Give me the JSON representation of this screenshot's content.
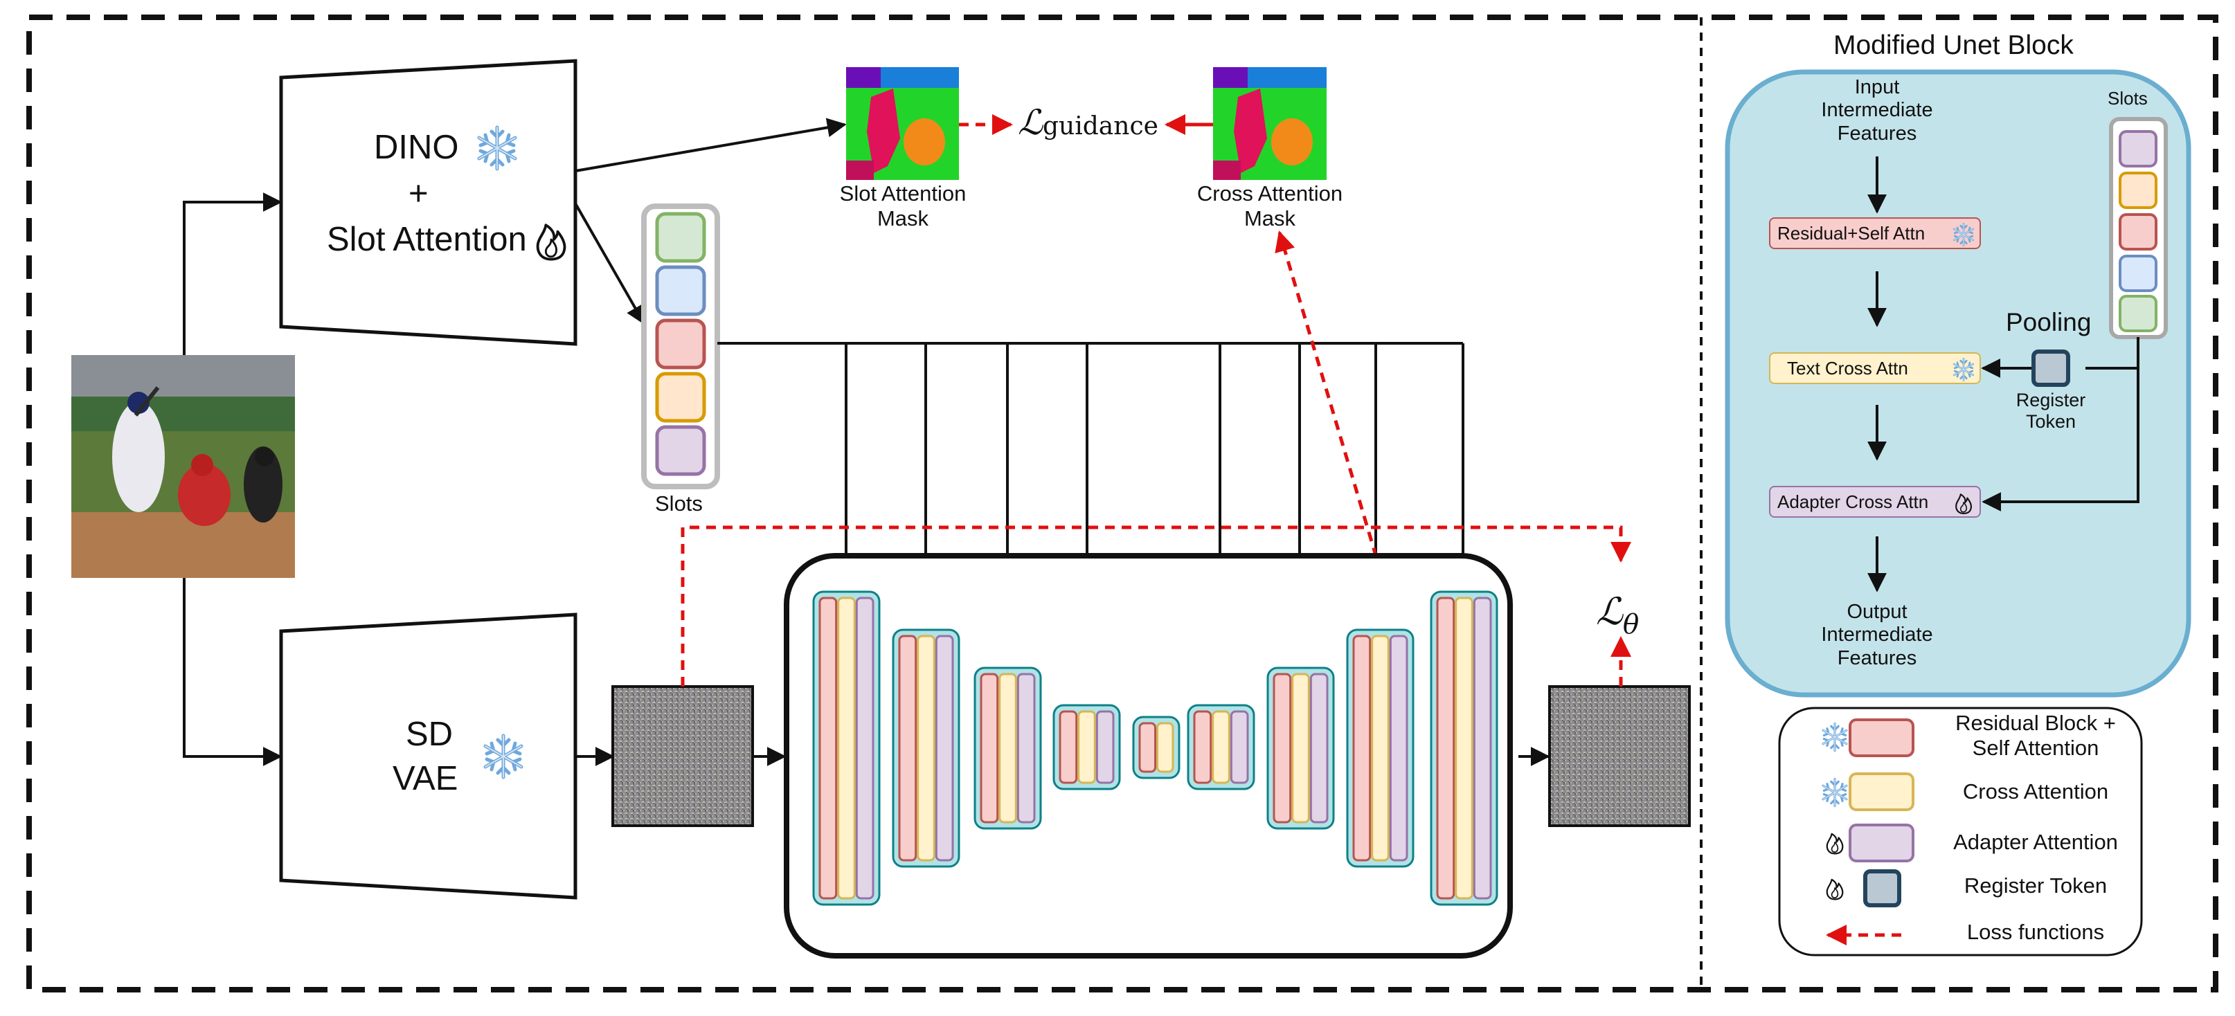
{
  "encoder": {
    "line1": "DINO",
    "line2": "+",
    "line3": "Slot Attention"
  },
  "vae": {
    "line1": "SD",
    "line2": "VAE"
  },
  "slots_label": "Slots",
  "slot_mask_label": [
    "Slot Attention",
    "Mask"
  ],
  "cross_mask_label": [
    "Cross Attention",
    "Mask"
  ],
  "guidance_loss": {
    "main": "ℒ",
    "sub": "guidance"
  },
  "theta_loss": {
    "main": "ℒ",
    "sub": "θ"
  },
  "panel": {
    "title": "Modified Unet Block",
    "input_label": [
      "Input",
      "Intermediate",
      "Features"
    ],
    "slots_label": "Slots",
    "res_self_attn": "Residual+Self Attn",
    "text_cross_attn": "Text Cross Attn",
    "adapter_cross_attn": "Adapter Cross Attn",
    "pooling": "Pooling",
    "register_token": [
      "Register",
      "Token"
    ],
    "output_label": [
      "Output",
      "Intermediate",
      "Features"
    ]
  },
  "legend": {
    "residual": [
      "Residual Block +",
      "Self Attention"
    ],
    "cross": "Cross Attention",
    "adapter": "Adapter Attention",
    "register": "Register Token",
    "loss": "Loss functions"
  },
  "colors": {
    "residual": "#f8cecc",
    "residual_border": "#b85450",
    "cross": "#fff2cc",
    "cross_border": "#d6b656",
    "adapter": "#e1d5e7",
    "adapter_border": "#9673a6",
    "slot_green": "#d5e8d4",
    "slot_green_border": "#82b366",
    "slot_blue": "#dae8fc",
    "slot_blue_border": "#6c8ebf",
    "slot_orange": "#ffe6cc",
    "slot_orange_border": "#d79b00",
    "unet_block": "#b0e3e6",
    "unet_block_border": "#0e8088",
    "panel_bg": "#c3e3ea",
    "panel_border": "#6aaed0",
    "register": "#bac8d3",
    "register_border": "#23445d",
    "loss_arrow": "#e01010"
  }
}
